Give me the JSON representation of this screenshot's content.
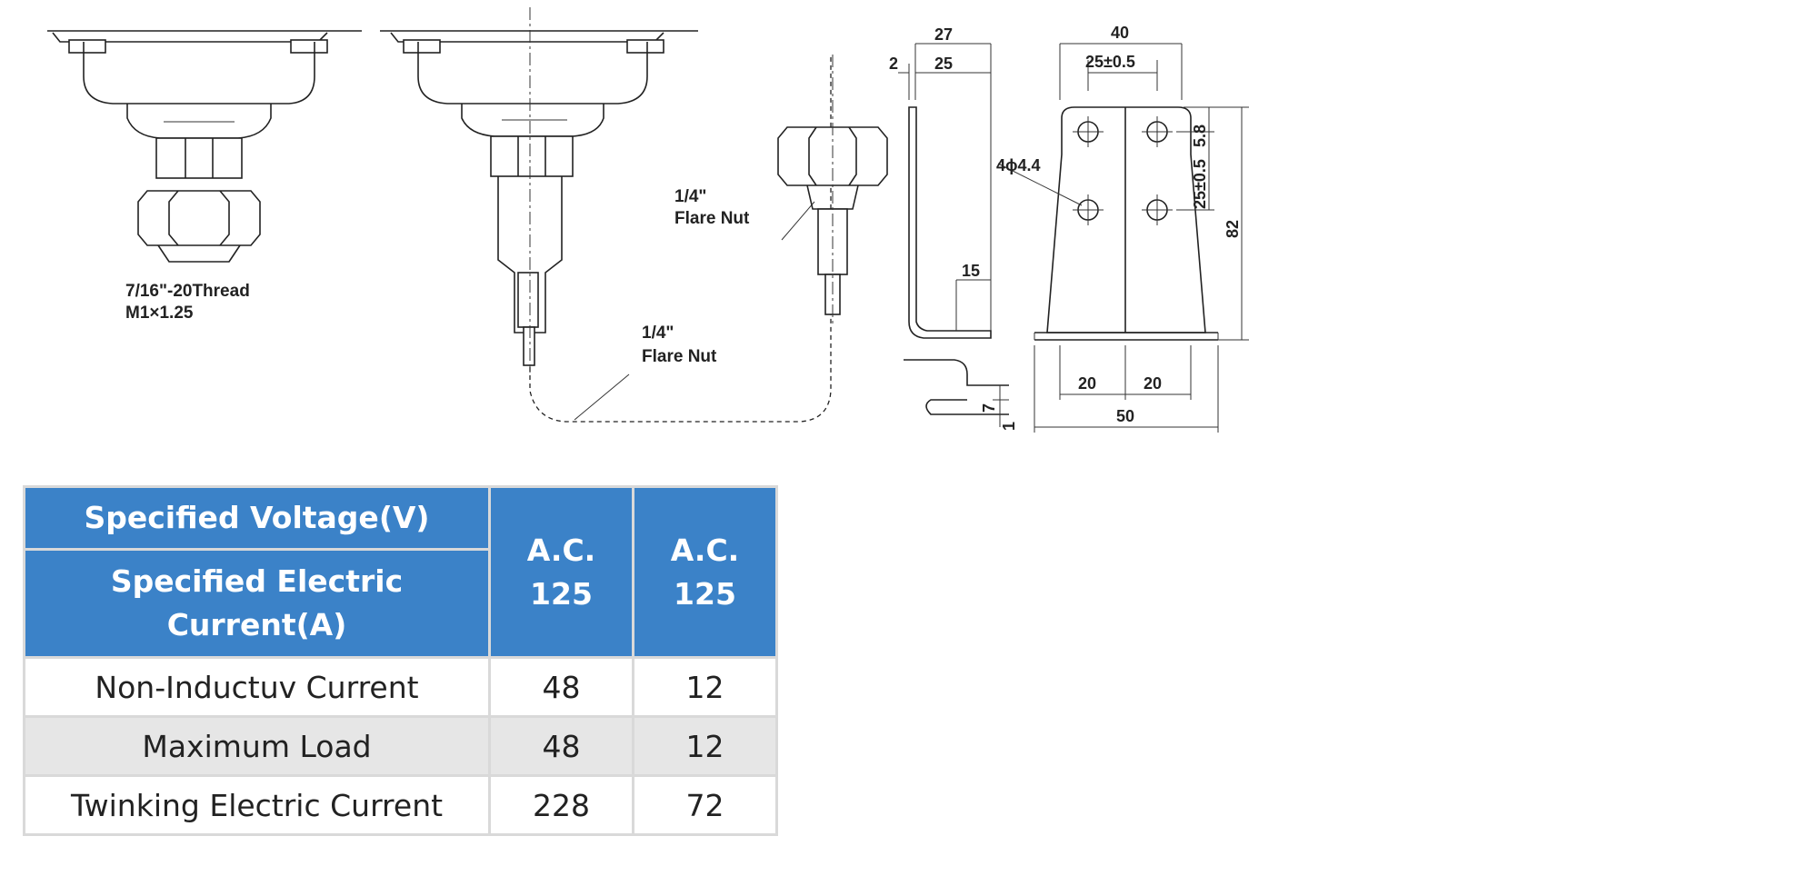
{
  "drawing": {
    "labels": {
      "thread_line1": "7/16\"-20Thread",
      "thread_line2": "M1×1.25",
      "flare_nut_a_line1": "1/4\"",
      "flare_nut_a_line2": "Flare Nut",
      "flare_nut_b_line1": "1/4\"",
      "flare_nut_b_line2": "Flare Nut"
    },
    "dimensions": {
      "d27": "27",
      "d2": "2",
      "d25": "25",
      "d15": "15",
      "d7": "7",
      "d1": "1",
      "d40": "40",
      "d25tol_h": "25±0.5",
      "hole_spec": "4ϕ4.4",
      "d5_8": "5.8",
      "d25tol_v": "25±0.5",
      "d82": "82",
      "d20a": "20",
      "d20b": "20",
      "d50": "50"
    }
  },
  "table": {
    "header": {
      "row1_label": "Specified Voltage(V)",
      "row2_label": "Specified Electric Current(A)",
      "col1_line1": "A.C.",
      "col1_line2": "125",
      "col2_line1": "A.C.",
      "col2_line2": "125"
    },
    "rows": [
      {
        "label": "Non-Inductuv Current",
        "v1": "48",
        "v2": "12"
      },
      {
        "label": "Maximum Load",
        "v1": "48",
        "v2": "12"
      },
      {
        "label": "Twinking Electric Current",
        "v1": "228",
        "v2": "72"
      }
    ]
  }
}
